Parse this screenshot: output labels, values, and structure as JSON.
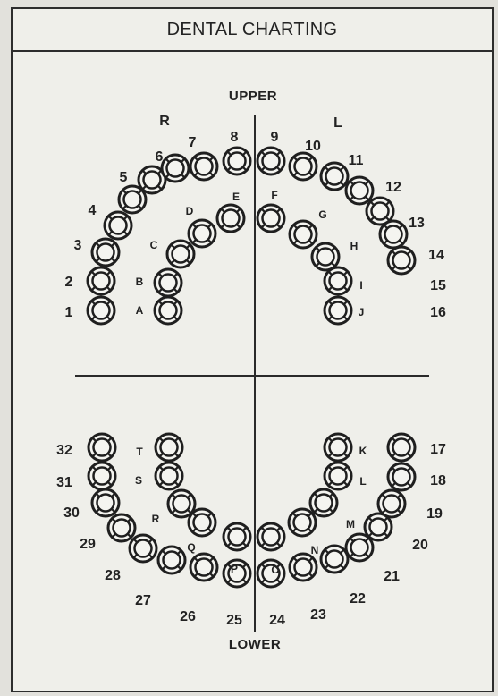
{
  "title": "DENTAL CHARTING",
  "upper_label": "UPPER",
  "lower_label": "LOWER",
  "quadrant_labels": {
    "upper_right": "R",
    "upper_left": "L"
  },
  "colors": {
    "ink": "#222222",
    "card": "#efefea",
    "page": "#e2e1dc"
  },
  "permanent_upper": [
    "1",
    "2",
    "3",
    "4",
    "5",
    "6",
    "7",
    "8",
    "9",
    "10",
    "11",
    "12",
    "13",
    "14",
    "15",
    "16"
  ],
  "permanent_lower": [
    "17",
    "18",
    "19",
    "20",
    "21",
    "22",
    "23",
    "24",
    "25",
    "26",
    "27",
    "28",
    "29",
    "30",
    "31",
    "32"
  ],
  "primary_upper": [
    "A",
    "B",
    "C",
    "D",
    "E",
    "F",
    "G",
    "H",
    "I",
    "J"
  ],
  "primary_lower": [
    "K",
    "L",
    "M",
    "N",
    "O",
    "P",
    "Q",
    "R",
    "S",
    "T"
  ]
}
